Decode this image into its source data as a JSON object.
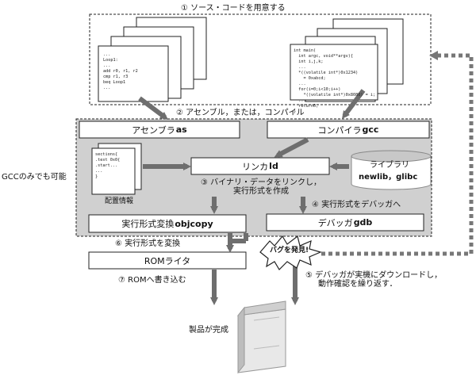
{
  "steps": {
    "s1": "① ソース・コードを用意する",
    "s2": "② アセンブル，または，コンパイル",
    "s3_l1": "③ バイナリ・データをリンクし，",
    "s3_l2": "実行形式を作成",
    "s4": "④ 実行形式をデバッガへ",
    "s5_l1": "⑤ デバッガが実機にダウンロードし，",
    "s5_l2": "動作確認を繰り返す．",
    "s6": "⑥ 実行形式を変換",
    "s7": "⑦ ROMへ書き込む"
  },
  "boxes": {
    "assembler": {
      "label": "アセンブラ",
      "bold": "as"
    },
    "compiler": {
      "label": "コンパイラ",
      "bold": "gcc"
    },
    "linker": {
      "label": "リンカ",
      "bold": "ld"
    },
    "converter": {
      "label": "実行形式変換 ",
      "bold": "objcopy"
    },
    "debugger": {
      "label": "デバッガ ",
      "bold": "gdb"
    },
    "rom_writer": {
      "label": "ROMライタ",
      "bold": ""
    }
  },
  "library": {
    "title": "ライブラリ",
    "names": "newlib，glibc"
  },
  "gcc_only": "GCCのみでも可能",
  "layout_info": "配置情報",
  "bug_found": "バグを発見!",
  "product_done": "製品が完成",
  "code": {
    "asm": "...\nLoop1:\n...\nadd r0, r1, r2\ncmp r1, r3\nbeq Loop1\n...",
    "c": "int main(\n  int argc, void**argv){\n  int i,j,k;\n  ...\n  *((volatile int*)0x1234)\n    = 0xabcd;\n  ...\n  for(i=0;i<10;i++)\n    *((volatile int*)0x8080) = i;\n  ...\n  return0;\n}",
    "sections": "sections{\n.text 0x0{\n.start...\n...\n}"
  }
}
